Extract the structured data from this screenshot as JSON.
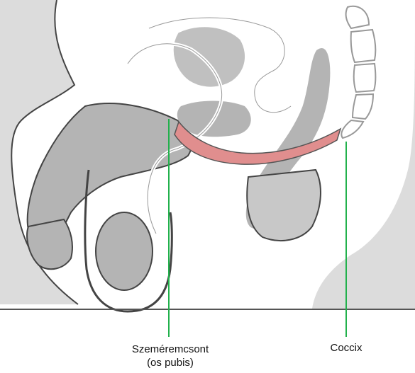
{
  "labels": {
    "pubis_line1": "Szeméremcsont",
    "pubis_line2": "(os pubis)",
    "coccix": "Coccix"
  },
  "colors": {
    "background_tissue": "#dcdcdc",
    "organ_gray": "#b4b4b4",
    "outline_dark": "#444444",
    "outline_white": "#ffffff",
    "pelvic_floor_muscle": "#e08e8e",
    "pointer_line": "#22b14c",
    "baseline": "#555555"
  }
}
